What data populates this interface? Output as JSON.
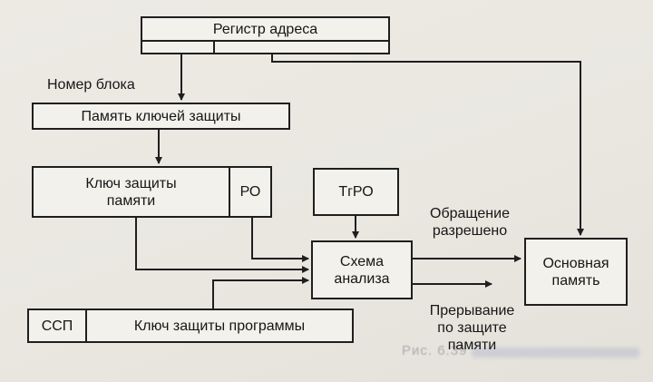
{
  "diagram": {
    "colors": {
      "line": "#1f1f1f",
      "paper": "#eae7e1",
      "box_fill": "#f3f1ec",
      "text": "#161616"
    },
    "boxes": {
      "address_register": "Регистр адреса",
      "keys_memory": "Память ключей защиты",
      "memory_key": "Ключ защиты\nпамяти",
      "ro": "РО",
      "tgro": "ТгРО",
      "analysis": "Схема\nанализа",
      "main_memory": "Основная\nпамять",
      "ssp": "ССП",
      "program_key": "Ключ защиты программы"
    },
    "labels": {
      "block_number": "Номер блока",
      "access_allowed": "Обращение\nразрешено",
      "memory_interrupt": "Прерывание\nпо защите\nпамяти",
      "ghost_caption": "Рис. 6.39"
    }
  }
}
